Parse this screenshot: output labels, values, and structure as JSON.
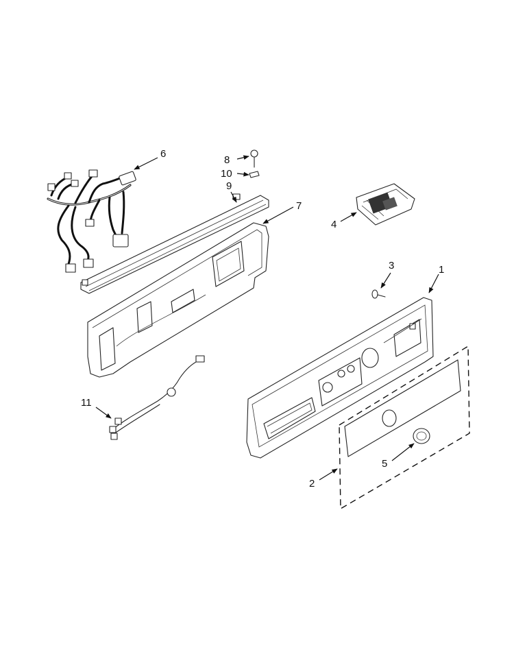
{
  "callouts": {
    "p1": "1",
    "p2": "2",
    "p3": "3",
    "p4": "4",
    "p5": "5",
    "p6": "6",
    "p7": "7",
    "p8": "8",
    "p9": "9",
    "p10": "10",
    "p11": "11"
  }
}
